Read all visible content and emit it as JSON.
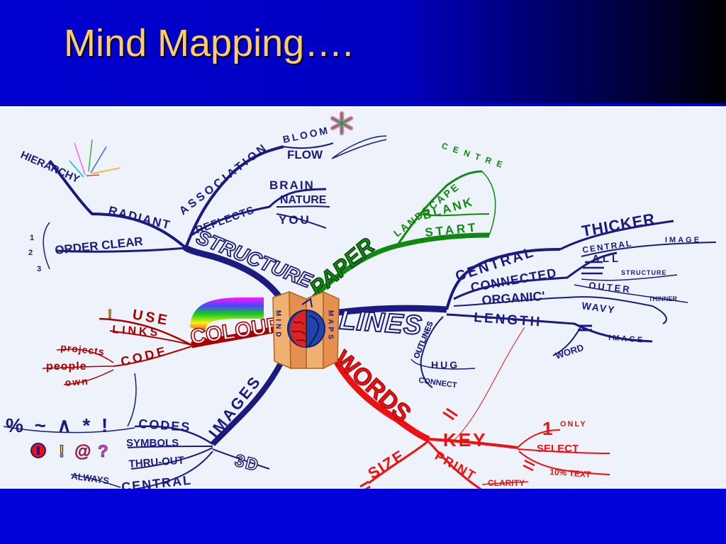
{
  "slide": {
    "title": "Mind Mapping….",
    "colors": {
      "header_blue": "#0000cc",
      "title_text": "#ffcc66",
      "map_background": "#eef2fb",
      "structure_branch": "#1a1a80",
      "paper_branch": "#118811",
      "lines_branch": "#1a1a80",
      "words_branch": "#ee1111",
      "colour_branch": "#aa0000",
      "images_branch": "#1a1a80"
    }
  },
  "mind_map": {
    "center": {
      "left_text": "MIND",
      "right_text": "MAPS"
    },
    "structure": {
      "label": "STRUCTURE",
      "words": {
        "hierarchy": "HIERARCHY",
        "radiant": "RADIANT",
        "association": "ASSOCIATION",
        "bloom": "BLOOM",
        "flow": "FLOW",
        "reflects": "REFLECTS",
        "brain": "BRAIN",
        "nature": "NATURE",
        "you": "YOU",
        "order_clear": "ORDER CLEAR",
        "num1": "1",
        "num2": "2",
        "num3": "3"
      }
    },
    "paper": {
      "label": "PAPER",
      "words": {
        "landscape": "LANDSCAPE",
        "centre": "CENTRE",
        "blank": "BLANK",
        "start": "START"
      }
    },
    "lines": {
      "label": "LINES",
      "words": {
        "central": "CENTRAL",
        "connected": "CONNECTED",
        "organic": "ORGANIC'",
        "length": "LENGTH",
        "thicker": "THICKER",
        "central2": "CENTRAL",
        "image": "IMAGE",
        "all": "ALL",
        "structure": "STRUCTURE",
        "outer": "OUTER",
        "thinner": "THINNER",
        "wavy": "WAVY",
        "word": "WORD",
        "image2": "IMAGE",
        "outlines": "OUTLINES",
        "hug": "HUG",
        "connect": "CONNECT",
        "equals": "="
      }
    },
    "words_branch": {
      "label": "WORDS",
      "words": {
        "key": "KEY",
        "size": "SIZE",
        "print": "PRINT",
        "clarity": "CLARITY",
        "one": "1",
        "only": "ONLY",
        "select": "SELECT",
        "ten_text": "10% TEXT",
        "equals": "="
      }
    },
    "colour": {
      "label": "COLOUR",
      "words": {
        "use": "USE",
        "excl": "!",
        "links": "LINKS",
        "code": "CODE",
        "projects": "projects",
        "people": "people",
        "own": "own"
      }
    },
    "images": {
      "label": "IMAGES",
      "words": {
        "codes": "CODES",
        "symbols": "SYMBOLS",
        "thru_out": "THRU-OUT",
        "three_d": "3D",
        "always": "ALWAYS",
        "central": "CENTRAL",
        "symbol_string": "%  ~  ∧  *  !",
        "sym_excl": "!",
        "sym_at": "@",
        "sym_q": "?"
      }
    }
  }
}
